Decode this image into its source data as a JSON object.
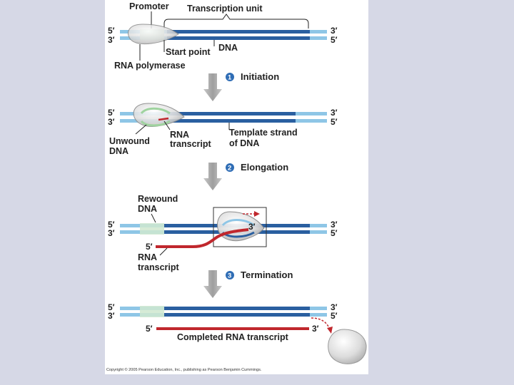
{
  "labels": {
    "promoter": "Promoter",
    "transcription_unit": "Transcription unit",
    "start_point": "Start point",
    "dna": "DNA",
    "rna_polymerase": "RNA polymerase",
    "unwound_dna_1": "Unwound",
    "unwound_dna_2": "DNA",
    "rna_transcript_1": "RNA",
    "rna_transcript_2": "transcript",
    "template_strand_1": "Template strand",
    "template_strand_2": "of DNA",
    "rewound_dna_1": "Rewound",
    "rewound_dna_2": "DNA",
    "rna_transcript_b1": "RNA",
    "rna_transcript_b2": "transcript",
    "completed_rna": "Completed RNA transcript"
  },
  "ends": {
    "five": "5′",
    "three": "3′"
  },
  "steps": [
    {
      "number": "1",
      "label": "Initiation"
    },
    {
      "number": "2",
      "label": "Elongation"
    },
    {
      "number": "3",
      "label": "Termination"
    }
  ],
  "copyright": "Copyright © 2005 Pearson Education, Inc., publishing as Pearson Benjamin Cummings.",
  "colors": {
    "dna_dark": "#2a5fa0",
    "dna_light": "#8ec6e6",
    "promoter": "#cfe8cf",
    "rna": "#c0272d",
    "polymerase": "#d9d9d9",
    "step_badge": "#2f6db5",
    "background": "#d6d8e6"
  }
}
